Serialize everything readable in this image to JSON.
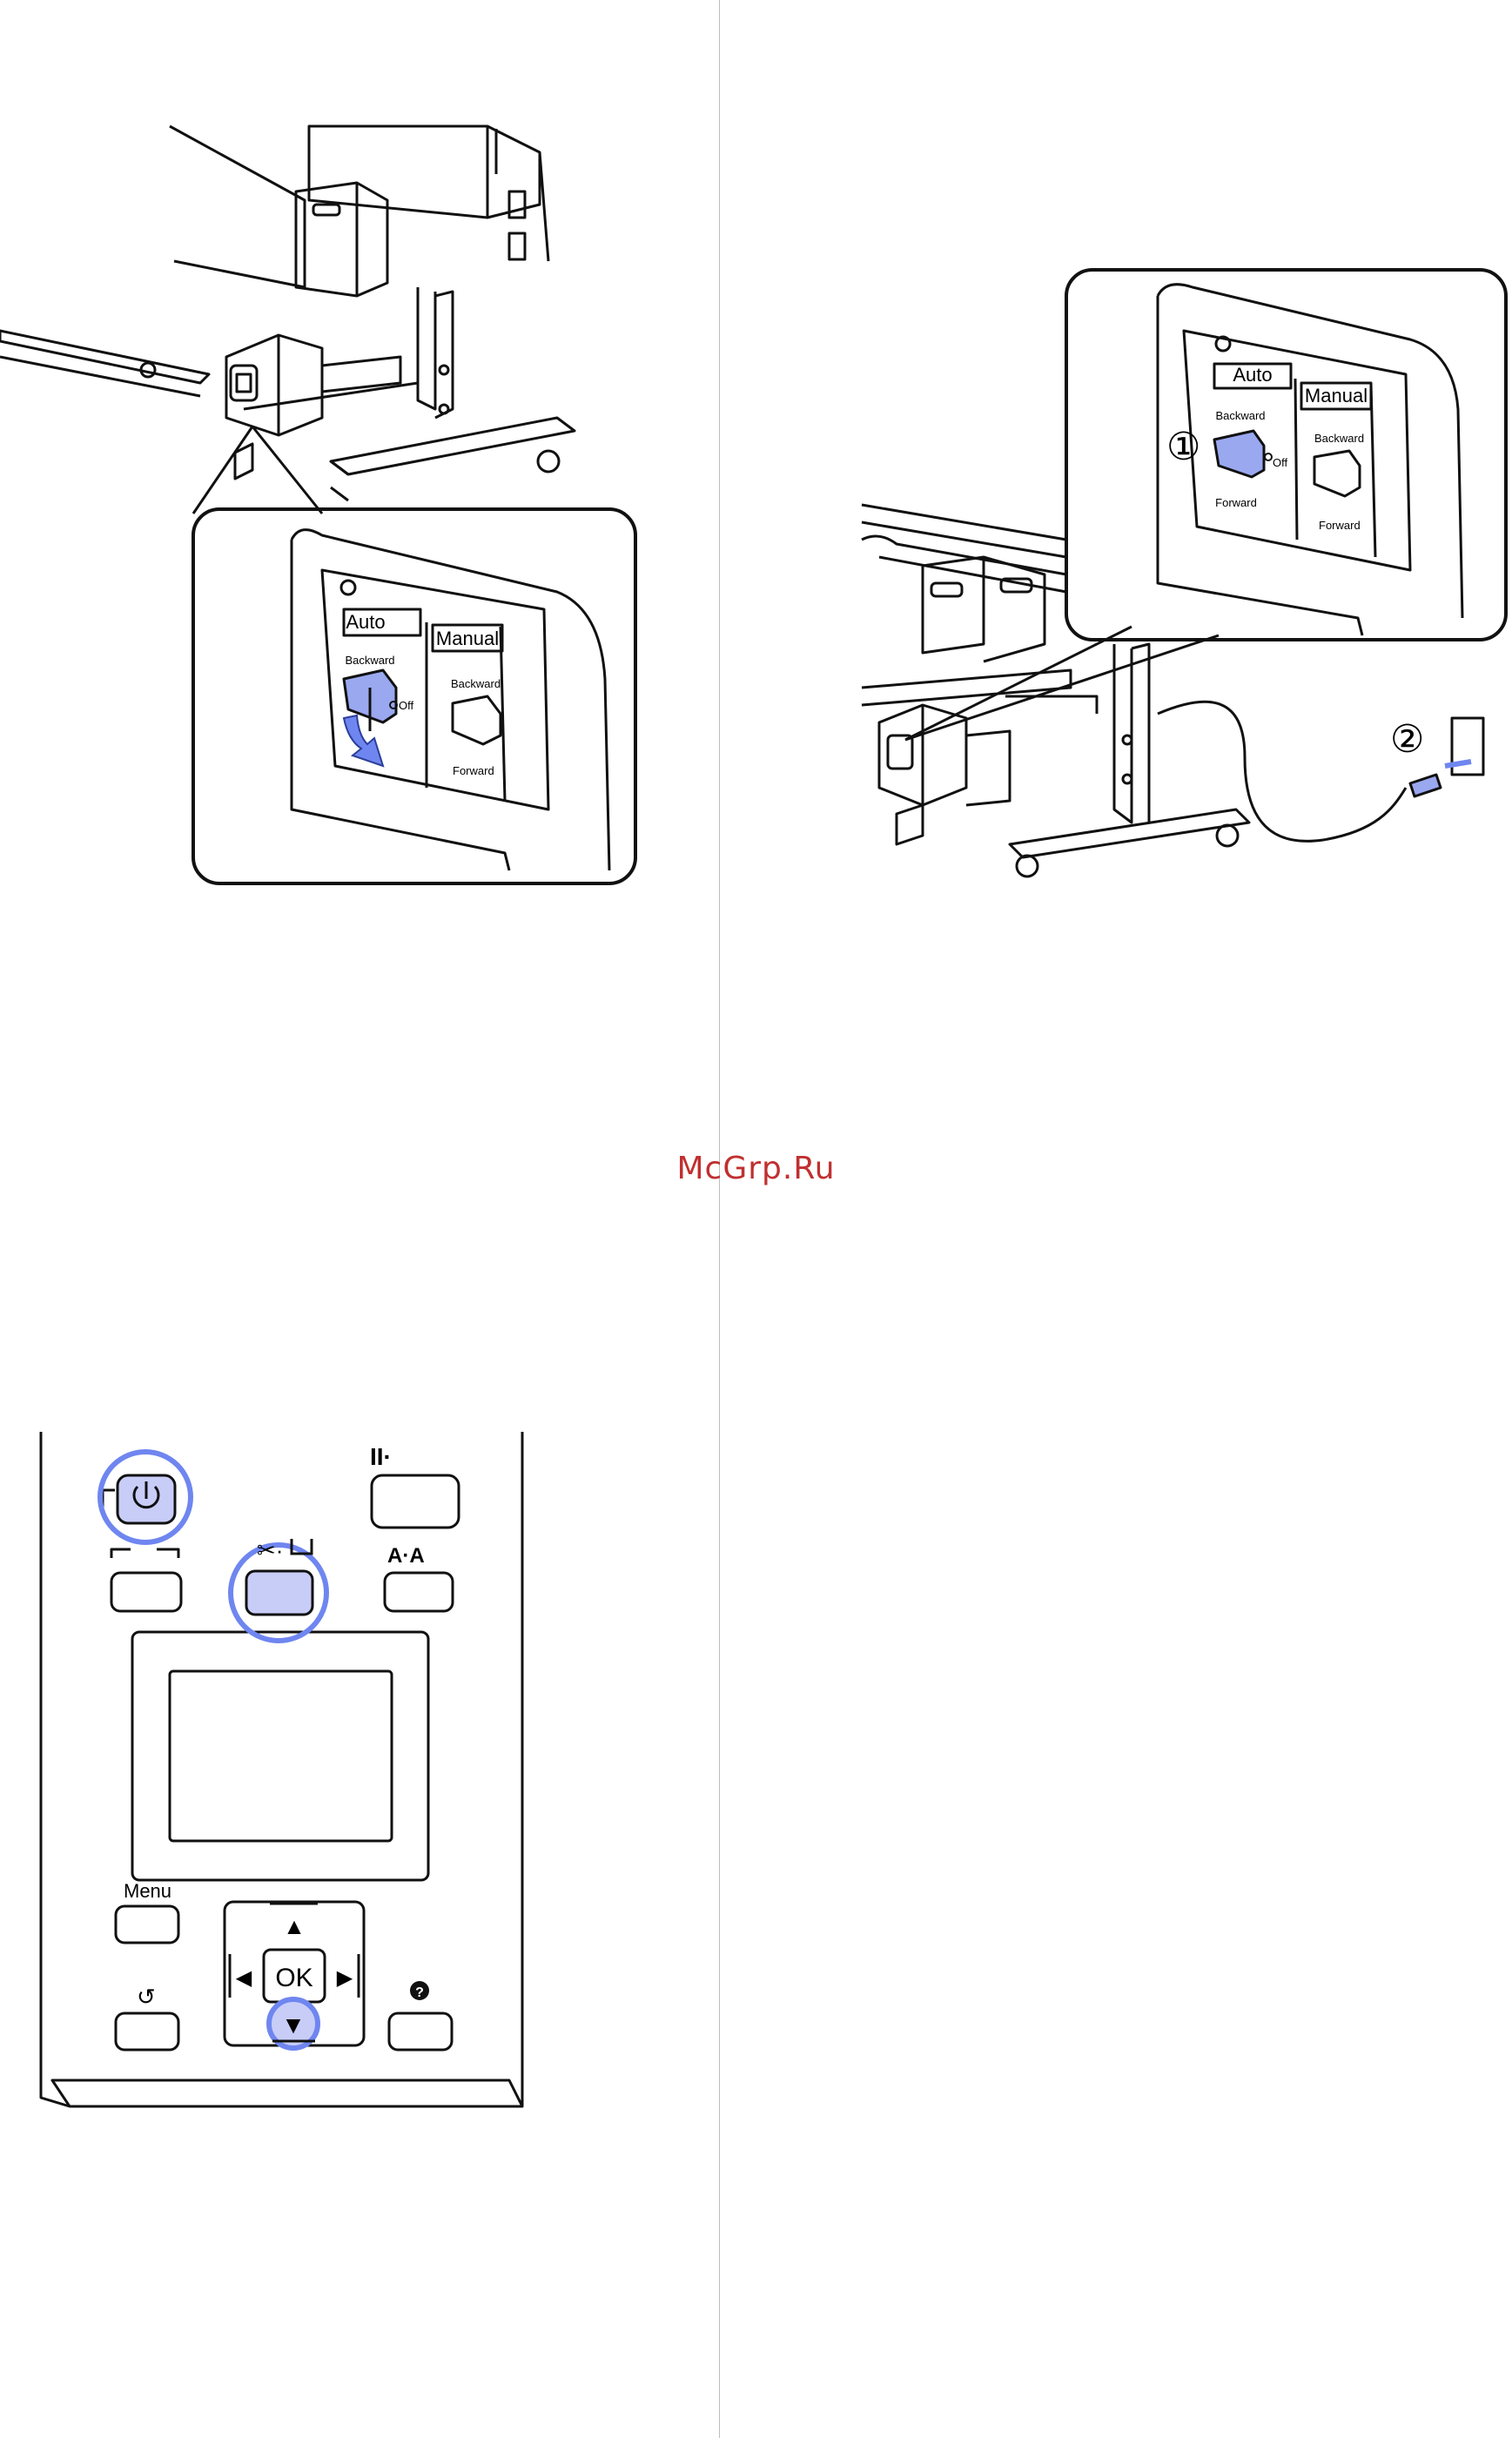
{
  "watermark": "McGrp.Ru",
  "fig_left_panel": {
    "auto_label": "Auto",
    "manual_label": "Manual",
    "backward_label": "Backward",
    "off_label": "Off",
    "manual_backward_label": "Backward",
    "manual_forward_label": "Forward"
  },
  "fig_right_panel": {
    "auto_label": "Auto",
    "manual_label": "Manual",
    "backward_label": "Backward",
    "forward_label": "Forward",
    "off_label": "Off",
    "manual_backward_label": "Backward",
    "manual_forward_label": "Forward",
    "callout_1": "①",
    "callout_2": "②"
  },
  "control_panel": {
    "menu_label": "Menu",
    "ok_label": "OK",
    "up_arrow": "▲",
    "down_arrow": "▼",
    "left_arrow": "◀",
    "right_arrow": "▶",
    "help_symbol": "?",
    "back_symbol": "↺",
    "pause_symbol": "II·",
    "font_symbol": "A·A",
    "cut_symbol": "✂·"
  },
  "colors": {
    "highlight_blue": "#6f86f0",
    "highlight_fill": "#c8cdf8",
    "switch_fill": "#9aa8f0",
    "watermark": "#c03030"
  }
}
